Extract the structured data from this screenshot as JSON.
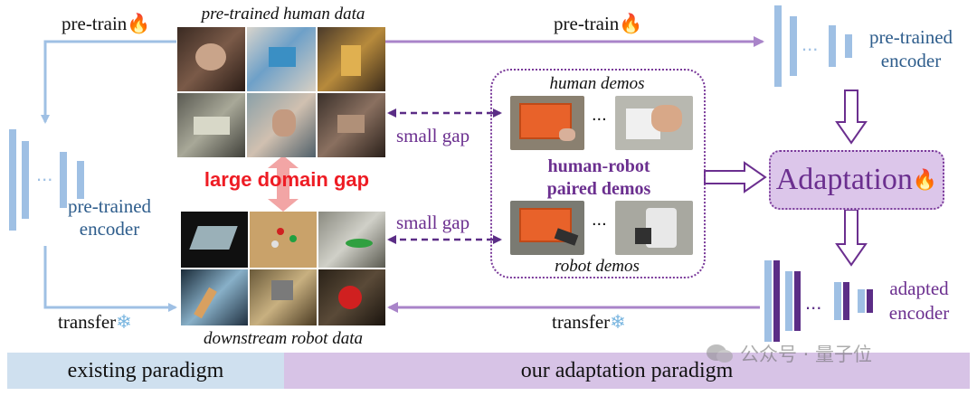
{
  "labels": {
    "pretrain_left": "pre-train",
    "pretrain_top": "pre-train",
    "human_data": "pre-trained human data",
    "robot_data": "downstream robot data",
    "large_gap": "large domain gap",
    "small_gap_1": "small gap",
    "small_gap_2": "small gap",
    "human_demos": "human demos",
    "robot_demos": "robot demos",
    "paired_line1": "human-robot",
    "paired_line2": "paired demos",
    "encoder_left_line1": "pre-trained",
    "encoder_left_line2": "encoder",
    "encoder_right_line1": "pre-trained",
    "encoder_right_line2": "encoder",
    "adaptation": "Adaptation",
    "adapted_line1": "adapted",
    "adapted_line2": "encoder",
    "transfer_left": "transfer",
    "transfer_right": "transfer",
    "ellipsis": "...",
    "existing": "existing paradigm",
    "ours": "our adaptation paradigm",
    "watermark": "公众号 · 量子位"
  },
  "icons": {
    "fire": "fire-icon",
    "snow": "snowflake-icon"
  },
  "colors": {
    "blue_arrow": "#9fc0e4",
    "purple_arrow": "#a984c9",
    "dark_purple": "#6b2f8f",
    "red_text": "#ee1c24",
    "gap_arrow": "#f2a5a5",
    "band_existing": "#cfe0ef",
    "band_ours": "#d7c3e6",
    "encoder_blue": "#9fc0e4",
    "encoder_purple": "#5b2d86"
  }
}
